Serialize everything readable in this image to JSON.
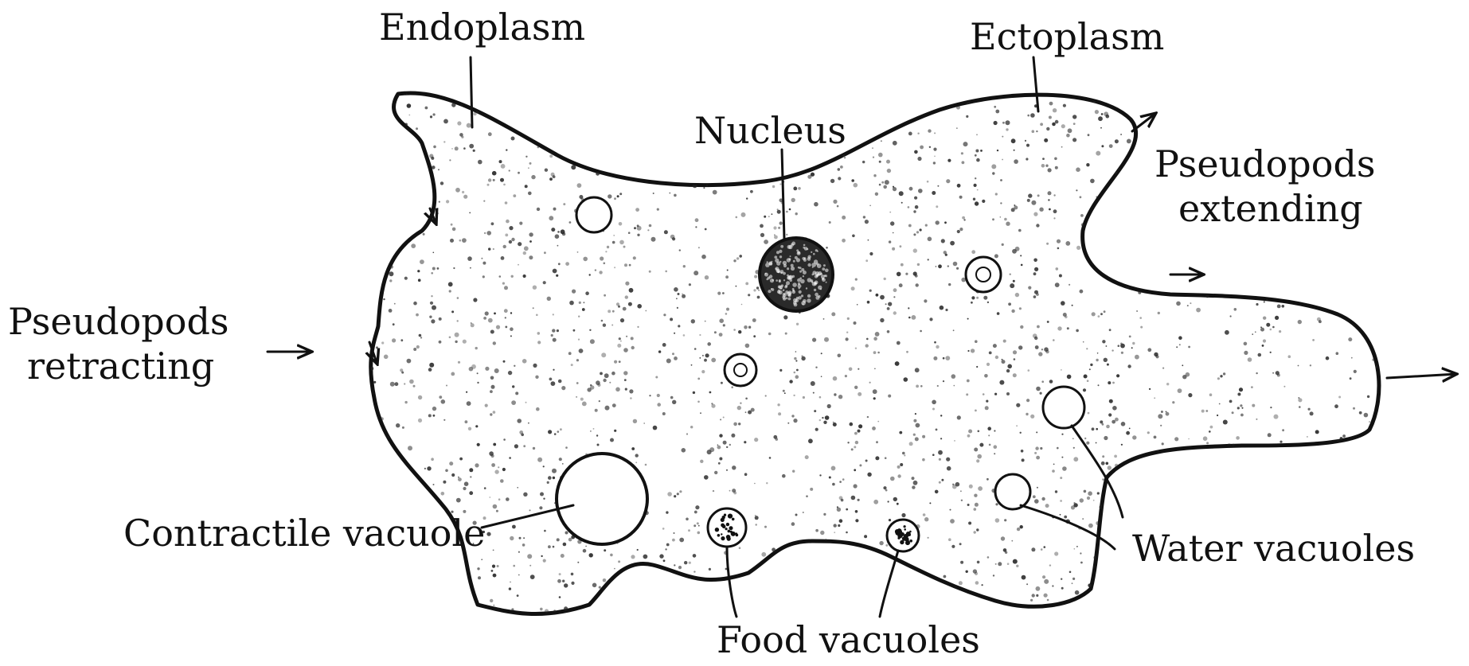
{
  "labels": {
    "endoplasm": "Endoplasm",
    "ectoplasm": "Ectoplasm",
    "nucleus": "Nucleus",
    "pseudopods_extending_line1": "Pseudopods",
    "pseudopods_extending_line2": "extending",
    "pseudopods_retracting_line1": "Pseudopods",
    "pseudopods_retracting_line2": "retracting",
    "contractile_vacuole": "Contractile vacuole",
    "water_vacuoles": "Water vacuoles",
    "food_vacuoles": "Food vacuoles"
  },
  "colors": {
    "ink": "#111111",
    "background": "#ffffff"
  }
}
